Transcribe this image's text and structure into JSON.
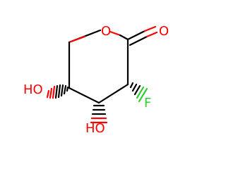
{
  "molecule": {
    "atoms": {
      "ring_oxygen": {
        "symbol": "O",
        "color": "#ff0000"
      },
      "carbonyl_oxygen": {
        "symbol": "O",
        "color": "#ff0000"
      },
      "fluorine": {
        "symbol": "F",
        "color": "#33cc33"
      },
      "hydroxyl_left": {
        "symbol": "HO",
        "color": "#ff0000"
      },
      "hydroxyl_bottom": {
        "symbol": "HO",
        "color": "#ff0000"
      }
    },
    "bond_color": "#000000"
  }
}
